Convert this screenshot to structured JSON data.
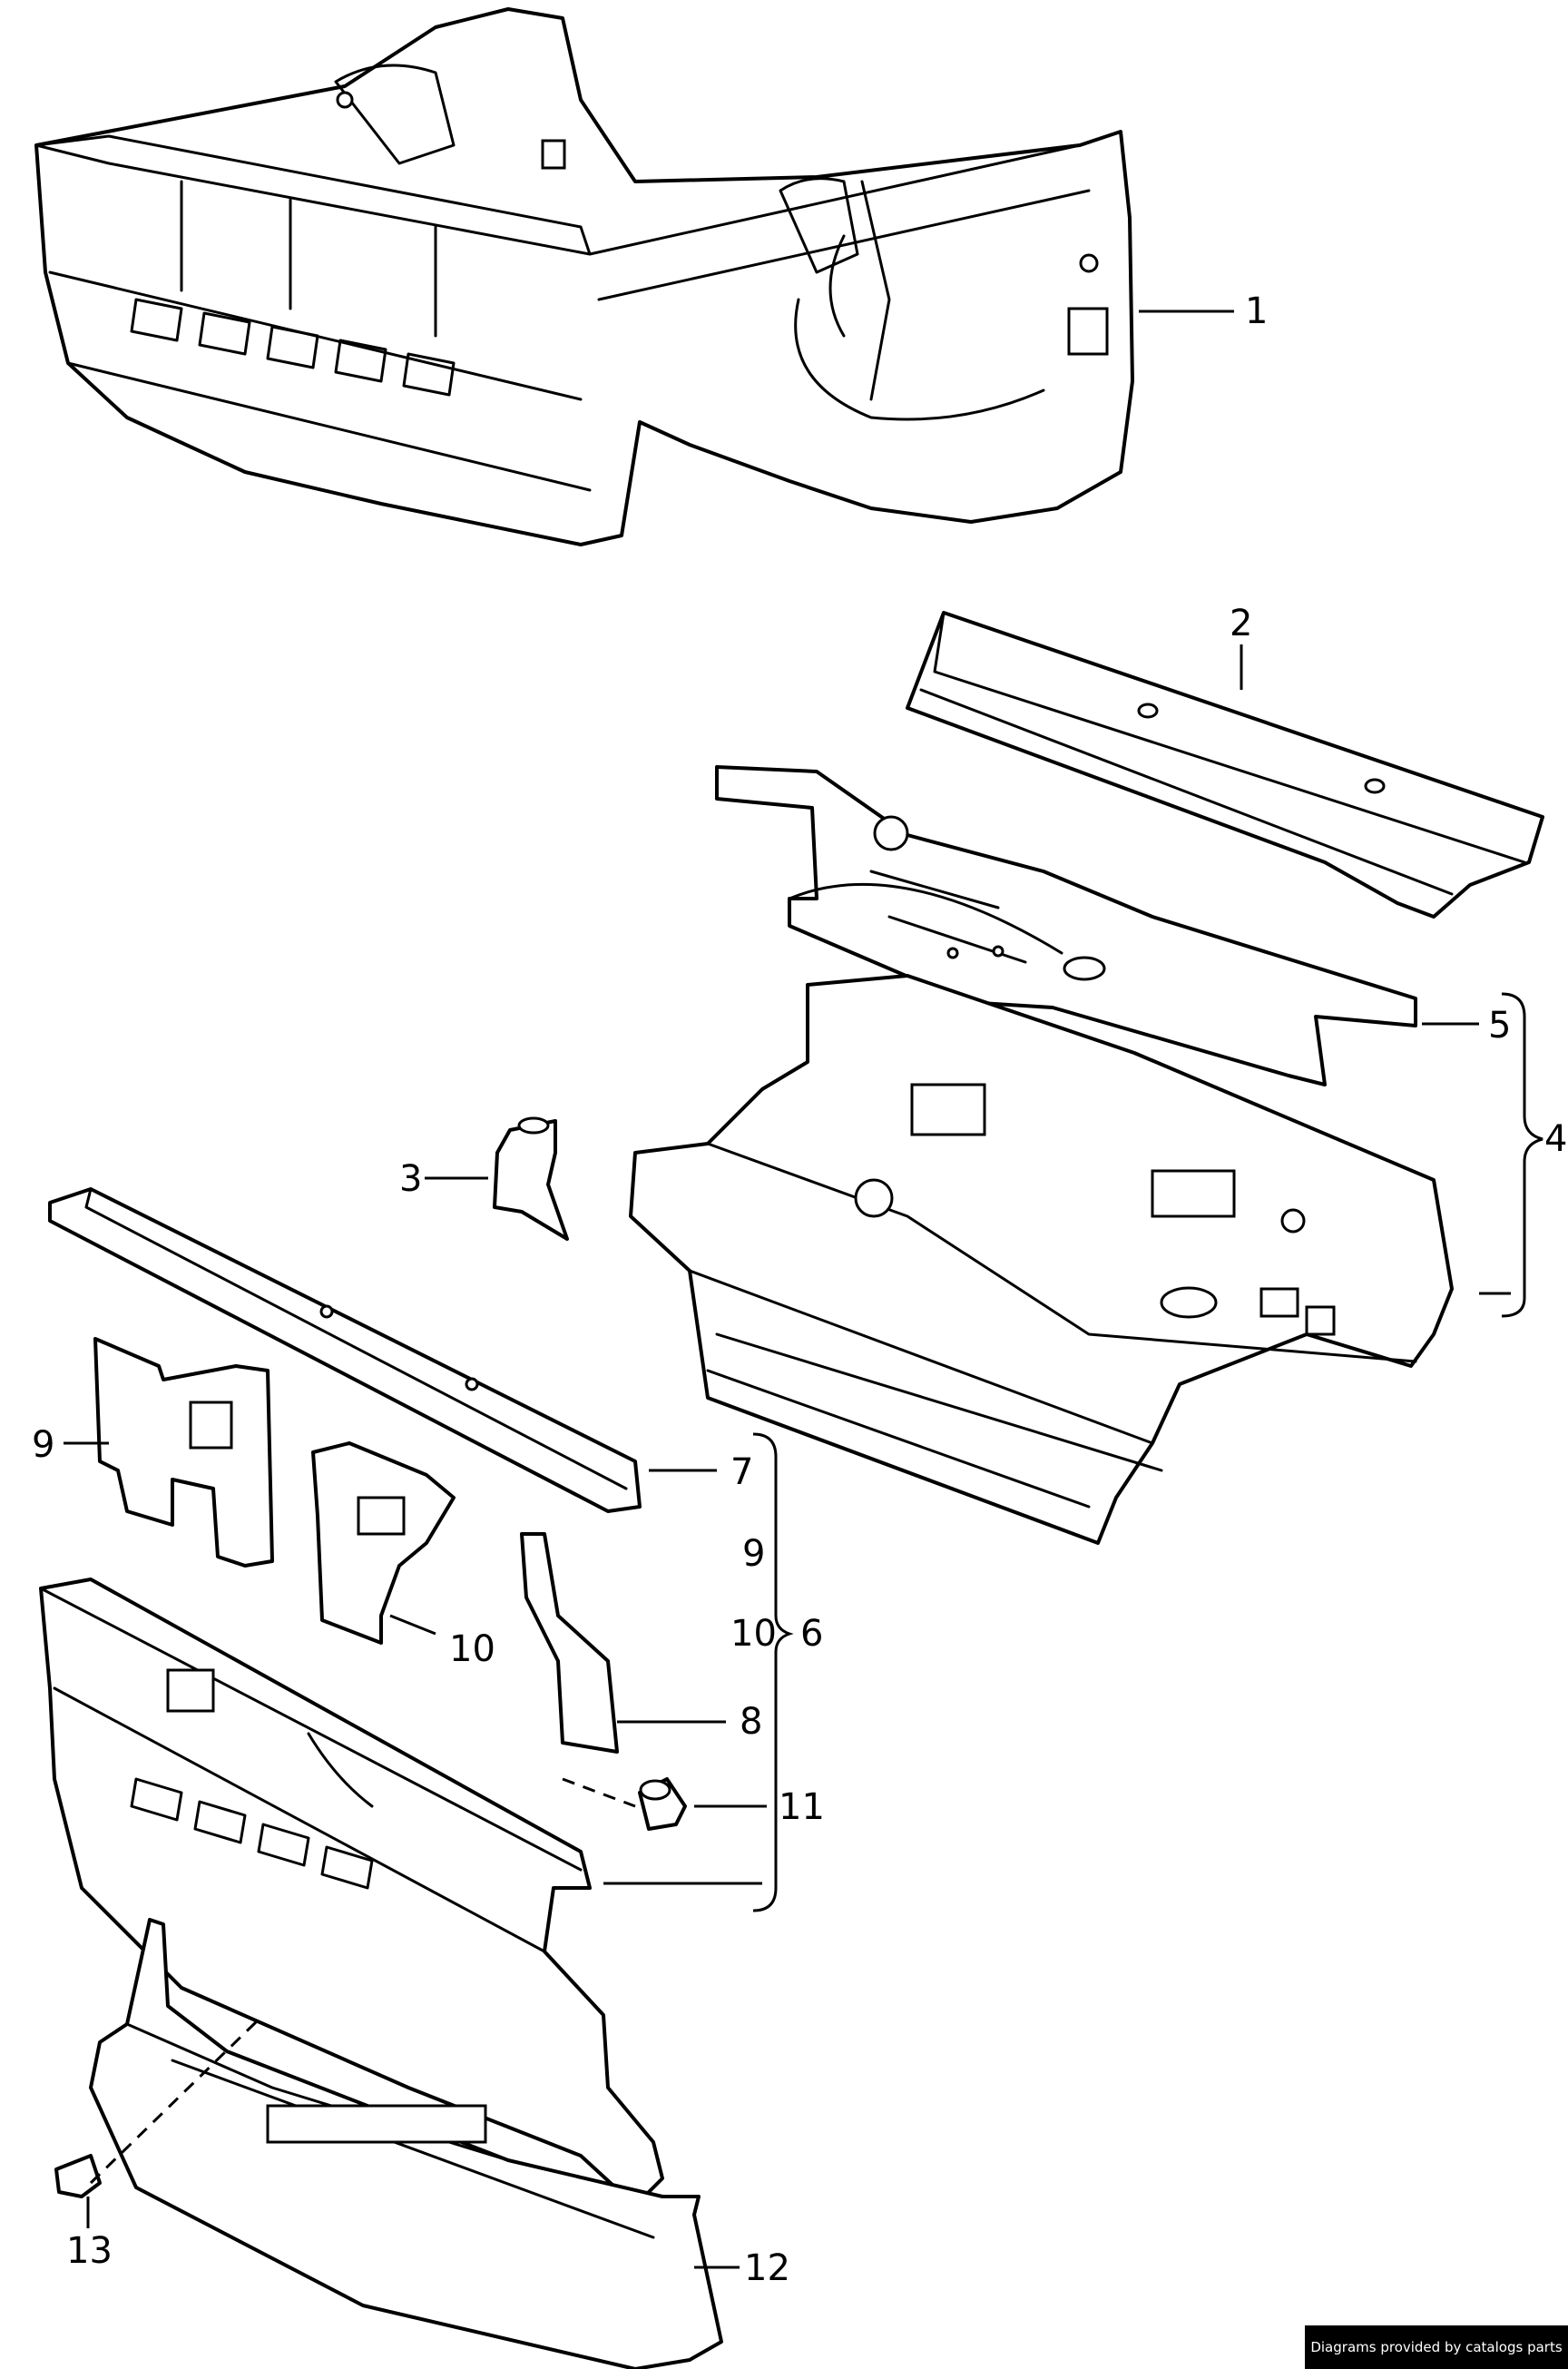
{
  "callouts": {
    "c1": "1",
    "c2": "2",
    "c3": "3",
    "c4": "4",
    "c5": "5",
    "c6": "6",
    "c7": "7",
    "c9a": "9",
    "c9b": "9",
    "c10a": "10",
    "c10b": "10",
    "c8": "8",
    "c11": "11",
    "c12": "12",
    "c13": "13"
  },
  "credit": "Diagrams provided by catalogs parts"
}
